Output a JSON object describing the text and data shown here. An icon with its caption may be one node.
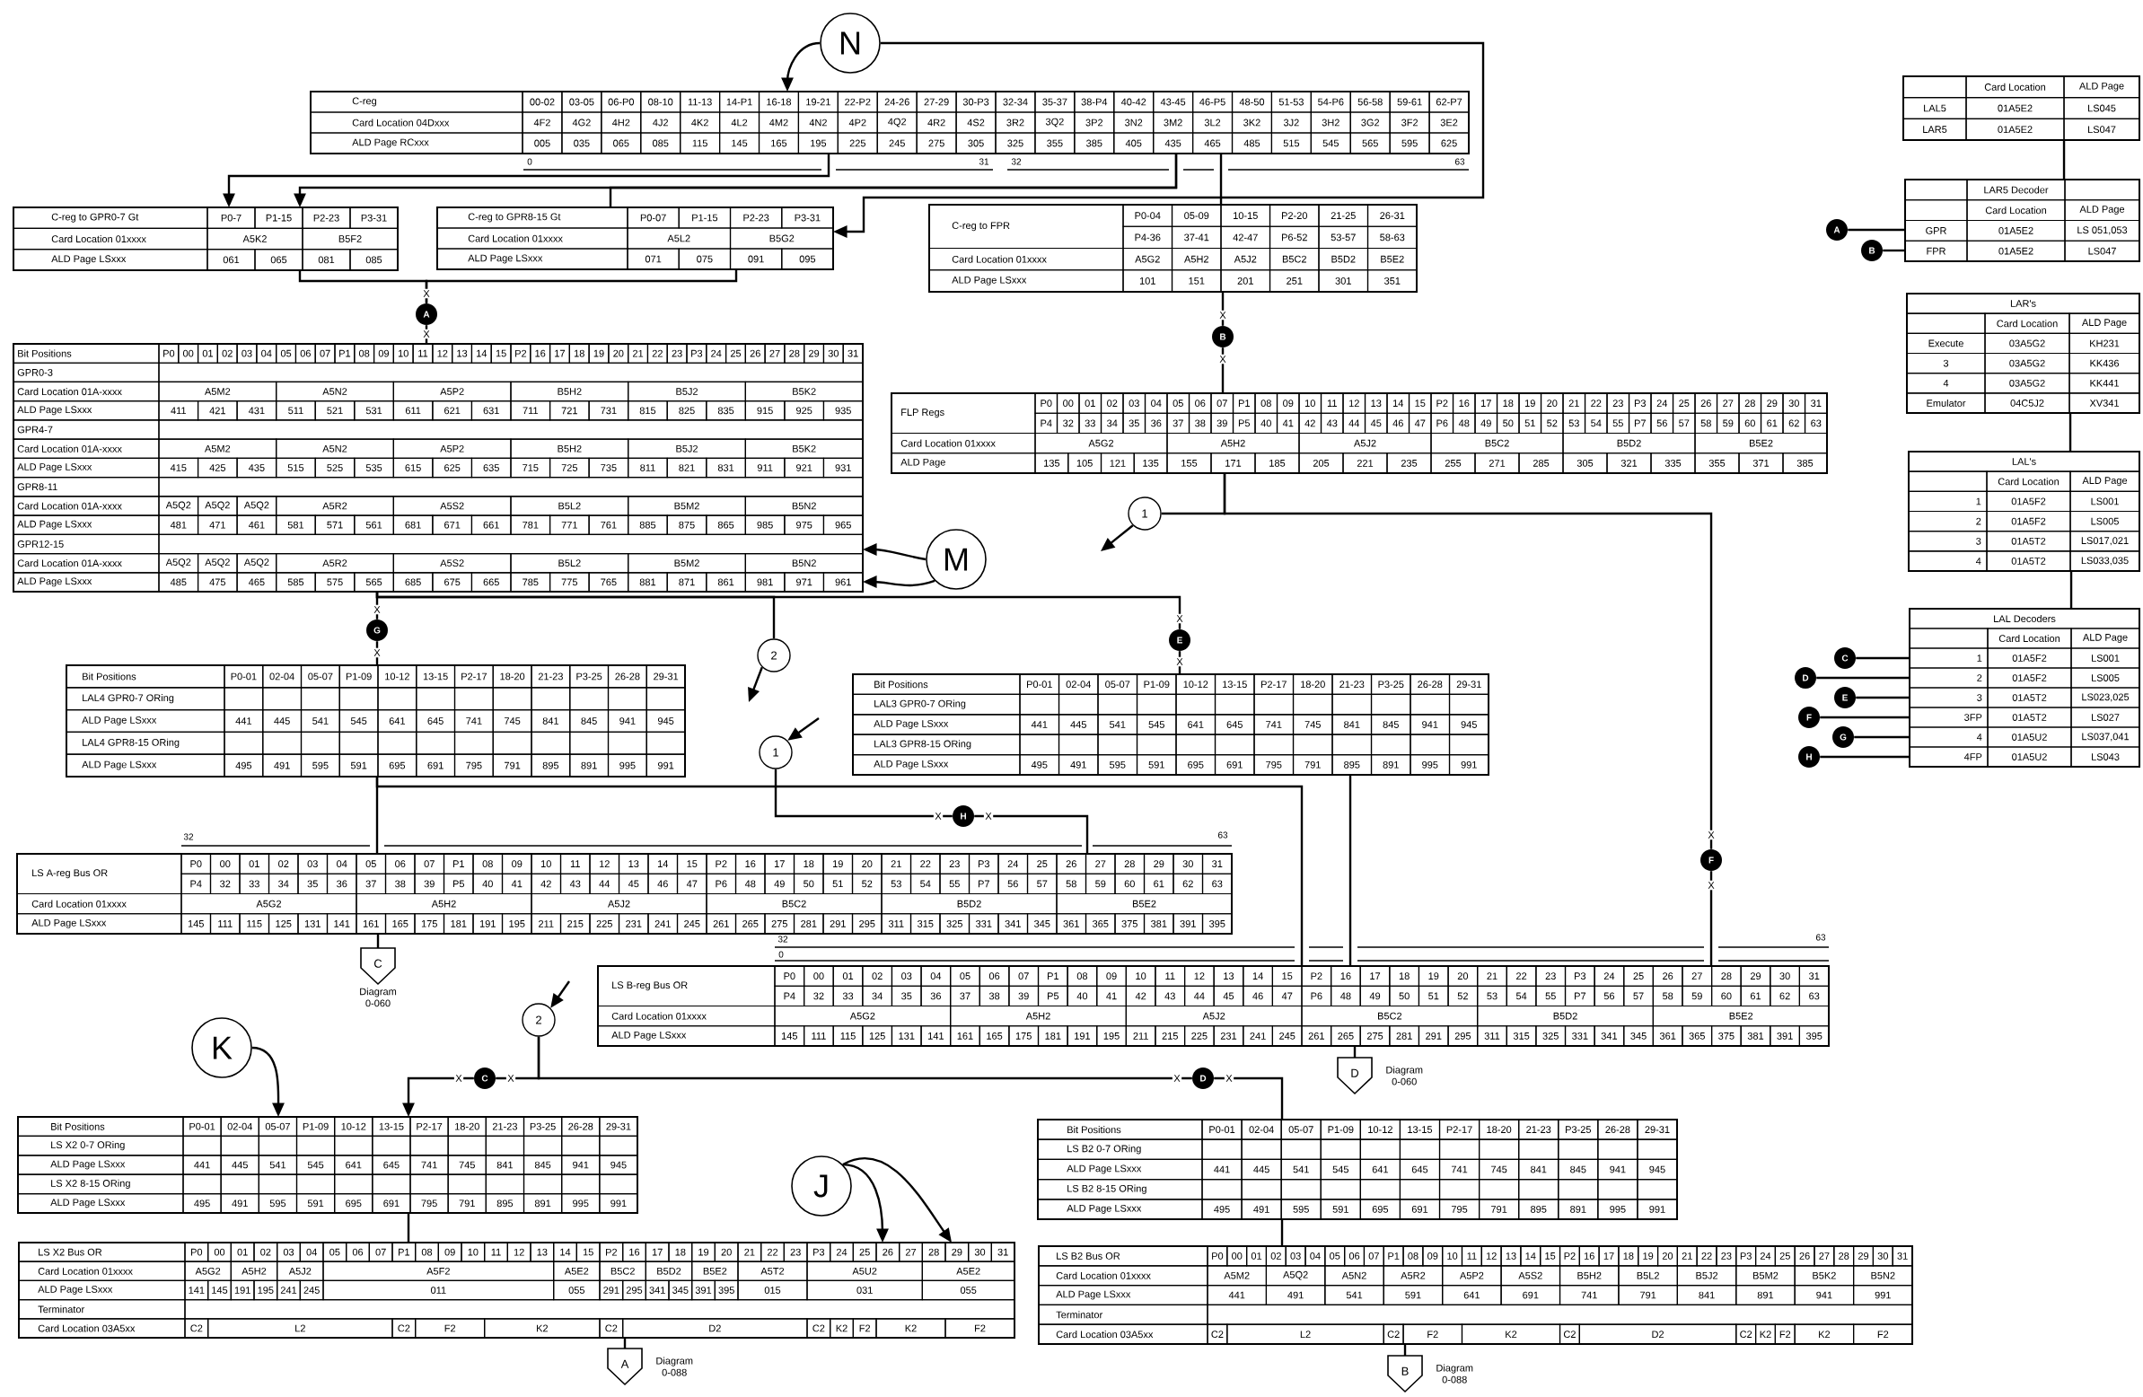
{
  "diagram": {
    "nodes": [
      {
        "beside": [
          "0",
          "31",
          "32",
          "63"
        ],
        "text": [
          "C-reg",
          "00-02",
          "03-05",
          "06-P0",
          "08-10",
          "11-13",
          "14-P1",
          "16-18",
          "19-21",
          "22-P2",
          "24-26",
          "27-29",
          "30-P3",
          "32-34",
          "35-37",
          "38-P4",
          "40-42",
          "43-45",
          "46-P5",
          "48-50",
          "51-53",
          "54-P6",
          "56-58",
          "59-61",
          "62-P7",
          "Card Location 04Dxxx",
          "4F2",
          "4G2",
          "4H2",
          "4J2",
          "4K2",
          "4L2",
          "4M2",
          "4N2",
          "4P2",
          "4Q2",
          "4R2",
          "4S2",
          "3R2",
          "3Q2",
          "3P2",
          "3N2",
          "3M2",
          "3L2",
          "3K2",
          "3J2",
          "3H2",
          "3G2",
          "3F2",
          "3E2",
          "ALD Page RCxxx",
          "005",
          "035",
          "065",
          "085",
          "115",
          "145",
          "165",
          "195",
          "225",
          "245",
          "275",
          "305",
          "325",
          "355",
          "385",
          "405",
          "435",
          "465",
          "485",
          "515",
          "545",
          "565",
          "595",
          "625"
        ]
      },
      {
        "text": [
          "C-reg to GPR0-7 Gt",
          "P0-7",
          "P1-15",
          "P2-23",
          "P3-31",
          "Card Location 01xxxx",
          "A5K2",
          "B5F2",
          "ALD Page LSxxx",
          "061",
          "065",
          "081",
          "085"
        ]
      },
      {
        "text": [
          "C-reg to GPR8-15 Gt",
          "P0-07",
          "P1-15",
          "P2-23",
          "P3-31",
          "Card Location 01xxxx",
          "A5L2",
          "B5G2",
          "ALD Page LSxxx",
          "071",
          "075",
          "091",
          "095"
        ]
      },
      {
        "text": [
          "C-reg to FPR",
          "P0-04",
          "05-09",
          "10-15",
          "P2-20",
          "21-25",
          "26-31",
          "P4-36",
          "37-41",
          "42-47",
          "P6-52",
          "53-57",
          "58-63",
          "Card Location 01xxxx",
          "A5G2",
          "A5H2",
          "A5J2",
          "B5C2",
          "B5D2",
          "B5E2",
          "ALD Page LSxxx",
          "101",
          "151",
          "201",
          "251",
          "301",
          "351"
        ]
      },
      {
        "text": [
          "Bit Positions",
          "P0",
          "00",
          "01",
          "02",
          "03",
          "04",
          "05",
          "06",
          "07",
          "P1",
          "08",
          "09",
          "10",
          "11",
          "12",
          "13",
          "14",
          "15",
          "P2",
          "16",
          "17",
          "18",
          "19",
          "20",
          "21",
          "22",
          "23",
          "P3",
          "24",
          "25",
          "26",
          "27",
          "28",
          "29",
          "30",
          "31",
          "GPR0-3",
          "Card Location 01A-xxxx",
          "A5M2",
          "A5N2",
          "A5P2",
          "B5H2",
          "B5J2",
          "B5K2",
          "ALD Page LSxxx",
          "411",
          "421",
          "431",
          "511",
          "521",
          "531",
          "611",
          "621",
          "631",
          "711",
          "721",
          "731",
          "815",
          "825",
          "835",
          "915",
          "925",
          "935",
          "GPR4-7",
          "Card Location 01A-xxxx",
          "A5M2",
          "A5N2",
          "A5P2",
          "B5H2",
          "B5J2",
          "B5K2",
          "ALD Page LSxxx",
          "415",
          "425",
          "435",
          "515",
          "525",
          "535",
          "615",
          "625",
          "635",
          "715",
          "725",
          "735",
          "811",
          "821",
          "831",
          "911",
          "921",
          "931",
          "GPR8-11",
          "Card Location 01A-xxxx",
          "A5Q2",
          "A5Q2",
          "A5Q2",
          "A5R2",
          "A5S2",
          "B5L2",
          "B5M2",
          "B5N2",
          "ALD Page LSxxx",
          "481",
          "471",
          "461",
          "581",
          "571",
          "561",
          "681",
          "671",
          "661",
          "781",
          "771",
          "761",
          "885",
          "875",
          "865",
          "985",
          "975",
          "965",
          "GPR12-15",
          "Card Location 01A-xxxx",
          "A5Q2",
          "A5Q2",
          "A5Q2",
          "A5R2",
          "A5S2",
          "B5L2",
          "B5M2",
          "B5N2",
          "ALD Page LSxxx",
          "485",
          "475",
          "465",
          "585",
          "575",
          "565",
          "685",
          "675",
          "665",
          "785",
          "775",
          "765",
          "881",
          "871",
          "861",
          "981",
          "971",
          "961"
        ]
      },
      {
        "text": [
          "FLP Regs",
          "P0",
          "00",
          "01",
          "02",
          "03",
          "04",
          "05",
          "06",
          "07",
          "P1",
          "08",
          "09",
          "10",
          "11",
          "12",
          "13",
          "14",
          "15",
          "P2",
          "16",
          "17",
          "18",
          "19",
          "20",
          "21",
          "22",
          "23",
          "P3",
          "24",
          "25",
          "26",
          "27",
          "28",
          "29",
          "30",
          "31",
          "P4",
          "32",
          "33",
          "34",
          "35",
          "36",
          "37",
          "38",
          "39",
          "P5",
          "40",
          "41",
          "42",
          "43",
          "44",
          "45",
          "46",
          "47",
          "P6",
          "48",
          "49",
          "50",
          "51",
          "52",
          "53",
          "54",
          "55",
          "P7",
          "56",
          "57",
          "58",
          "59",
          "60",
          "61",
          "62",
          "63",
          "Card Location 01xxxx",
          "A5G2",
          "A5H2",
          "A5J2",
          "B5C2",
          "B5D2",
          "B5E2",
          "ALD Page",
          "135",
          "105",
          "121",
          "135",
          "155",
          "171",
          "185",
          "205",
          "221",
          "235",
          "255",
          "271",
          "285",
          "305",
          "321",
          "335",
          "355",
          "371",
          "385"
        ]
      },
      {
        "text": [
          "Bit Positions",
          "P0-01",
          "02-04",
          "05-07",
          "P1-09",
          "10-12",
          "13-15",
          "P2-17",
          "18-20",
          "21-23",
          "P3-25",
          "26-28",
          "29-31",
          "LAL4 GPR0-7 ORing",
          "ALD Page LSxxx",
          "441",
          "445",
          "541",
          "545",
          "641",
          "645",
          "741",
          "745",
          "841",
          "845",
          "941",
          "945",
          "LAL4 GPR8-15 ORing",
          "ALD Page LSxxx",
          "495",
          "491",
          "595",
          "591",
          "695",
          "691",
          "795",
          "791",
          "895",
          "891",
          "995",
          "991"
        ]
      },
      {
        "text": [
          "Bit Positions",
          "P0-01",
          "02-04",
          "05-07",
          "P1-09",
          "10-12",
          "13-15",
          "P2-17",
          "18-20",
          "21-23",
          "P3-25",
          "26-28",
          "29-31",
          "LAL3 GPR0-7 ORing",
          "ALD Page LSxxx",
          "441",
          "445",
          "541",
          "545",
          "641",
          "645",
          "741",
          "745",
          "841",
          "845",
          "941",
          "945",
          "LAL3 GPR8-15 ORing",
          "ALD Page LSxxx",
          "495",
          "491",
          "595",
          "591",
          "695",
          "691",
          "795",
          "791",
          "895",
          "891",
          "995",
          "991"
        ]
      },
      {
        "beside": [
          "32",
          "63"
        ],
        "text": [
          "LS A-reg Bus OR",
          "P0",
          "00",
          "01",
          "02",
          "03",
          "04",
          "05",
          "06",
          "07",
          "P1",
          "08",
          "09",
          "10",
          "11",
          "12",
          "13",
          "14",
          "15",
          "P2",
          "16",
          "17",
          "18",
          "19",
          "20",
          "21",
          "22",
          "23",
          "P3",
          "24",
          "25",
          "26",
          "27",
          "28",
          "29",
          "30",
          "31",
          "P4",
          "32",
          "33",
          "34",
          "35",
          "36",
          "37",
          "38",
          "39",
          "P5",
          "40",
          "41",
          "42",
          "43",
          "44",
          "45",
          "46",
          "47",
          "P6",
          "48",
          "49",
          "50",
          "51",
          "52",
          "53",
          "54",
          "55",
          "P7",
          "56",
          "57",
          "58",
          "59",
          "60",
          "61",
          "62",
          "63",
          "Card Location 01xxxx",
          "A5G2",
          "A5H2",
          "A5J2",
          "B5C2",
          "B5D2",
          "B5E2",
          "ALD Page LSxxx",
          "145",
          "111",
          "115",
          "125",
          "131",
          "141",
          "161",
          "165",
          "175",
          "181",
          "191",
          "195",
          "211",
          "215",
          "225",
          "231",
          "241",
          "245",
          "261",
          "265",
          "275",
          "281",
          "291",
          "295",
          "311",
          "315",
          "325",
          "331",
          "341",
          "345",
          "361",
          "365",
          "375",
          "381",
          "391",
          "395"
        ]
      },
      {
        "beside": [
          "32",
          "0",
          "63"
        ],
        "text": [
          "LS B-reg Bus OR",
          "P0",
          "00",
          "01",
          "02",
          "03",
          "04",
          "05",
          "06",
          "07",
          "P1",
          "08",
          "09",
          "10",
          "11",
          "12",
          "13",
          "14",
          "15",
          "P2",
          "16",
          "17",
          "18",
          "19",
          "20",
          "21",
          "22",
          "23",
          "P3",
          "24",
          "25",
          "26",
          "27",
          "28",
          "29",
          "30",
          "31",
          "P4",
          "32",
          "33",
          "34",
          "35",
          "36",
          "37",
          "38",
          "39",
          "P5",
          "40",
          "41",
          "42",
          "43",
          "44",
          "45",
          "46",
          "47",
          "P6",
          "48",
          "49",
          "50",
          "51",
          "52",
          "53",
          "54",
          "55",
          "P7",
          "56",
          "57",
          "58",
          "59",
          "60",
          "61",
          "62",
          "63",
          "Card Location 01xxxx",
          "A5G2",
          "A5H2",
          "A5J2",
          "B5C2",
          "B5D2",
          "B5E2",
          "ALD Page LSxxx",
          "145",
          "111",
          "115",
          "125",
          "131",
          "141",
          "161",
          "165",
          "175",
          "181",
          "191",
          "195",
          "211",
          "215",
          "225",
          "231",
          "241",
          "245",
          "261",
          "265",
          "275",
          "281",
          "291",
          "295",
          "311",
          "315",
          "325",
          "331",
          "341",
          "345",
          "361",
          "365",
          "375",
          "381",
          "391",
          "395"
        ]
      },
      {
        "text": [
          "Bit Positions",
          "P0-01",
          "02-04",
          "05-07",
          "P1-09",
          "10-12",
          "13-15",
          "P2-17",
          "18-20",
          "21-23",
          "P3-25",
          "26-28",
          "29-31",
          "LS X2 0-7 ORing",
          "ALD Page LSxxx",
          "441",
          "445",
          "541",
          "545",
          "641",
          "645",
          "741",
          "745",
          "841",
          "845",
          "941",
          "945",
          "LS X2 8-15 ORing",
          "ALD Page LSxxx",
          "495",
          "491",
          "595",
          "591",
          "695",
          "691",
          "795",
          "791",
          "895",
          "891",
          "995",
          "991"
        ]
      },
      {
        "text": [
          "LS X2 Bus OR",
          "P0",
          "00",
          "01",
          "02",
          "03",
          "04",
          "05",
          "06",
          "07",
          "P1",
          "08",
          "09",
          "10",
          "11",
          "12",
          "13",
          "14",
          "15",
          "P2",
          "16",
          "17",
          "18",
          "19",
          "20",
          "21",
          "22",
          "23",
          "P3",
          "24",
          "25",
          "26",
          "27",
          "28",
          "29",
          "30",
          "31",
          "Card Location 01xxxx",
          "A5G2",
          "A5H2",
          "A5J2",
          "A5F2",
          "A5E2",
          "B5C2",
          "B5D2",
          "B5E2",
          "A5T2",
          "A5U2",
          "A5E2",
          "ALD Page LSxxx",
          "141",
          "145",
          "191",
          "195",
          "241",
          "245",
          "011",
          "055",
          "291",
          "295",
          "341",
          "345",
          "391",
          "395",
          "015",
          "031",
          "055",
          "Terminator",
          "Card Location 03A5xx",
          "C2",
          "L2",
          "C2",
          "F2",
          "K2",
          "C2",
          "D2",
          "C2",
          "K2",
          "F2",
          "K2",
          "F2"
        ]
      },
      {
        "text": [
          "Bit Positions",
          "P0-01",
          "02-04",
          "05-07",
          "P1-09",
          "10-12",
          "13-15",
          "P2-17",
          "18-20",
          "21-23",
          "P3-25",
          "26-28",
          "29-31",
          "LS B2 0-7 ORing",
          "ALD Page LSxxx",
          "441",
          "445",
          "541",
          "545",
          "641",
          "645",
          "741",
          "745",
          "841",
          "845",
          "941",
          "945",
          "LS B2 8-15 ORing",
          "ALD Page LSxxx",
          "495",
          "491",
          "595",
          "591",
          "695",
          "691",
          "795",
          "791",
          "895",
          "891",
          "995",
          "991"
        ]
      },
      {
        "text": [
          "LS B2 Bus OR",
          "P0",
          "00",
          "01",
          "02",
          "03",
          "04",
          "05",
          "06",
          "07",
          "P1",
          "08",
          "09",
          "10",
          "11",
          "12",
          "13",
          "14",
          "15",
          "P2",
          "16",
          "17",
          "18",
          "19",
          "20",
          "21",
          "22",
          "23",
          "P3",
          "24",
          "25",
          "26",
          "27",
          "28",
          "29",
          "30",
          "31",
          "Card Location 01xxxx",
          "A5M2",
          "A5Q2",
          "A5N2",
          "A5R2",
          "A5P2",
          "A5S2",
          "B5H2",
          "B5L2",
          "B5J2",
          "B5M2",
          "B5K2",
          "B5N2",
          "ALD Page LSxxx",
          "441",
          "491",
          "541",
          "591",
          "641",
          "691",
          "741",
          "791",
          "841",
          "891",
          "941",
          "991",
          "Terminator",
          "Card Location 03A5xx",
          "C2",
          "L2",
          "C2",
          "F2",
          "K2",
          "C2",
          "D2",
          "C2",
          "K2",
          "F2",
          "K2",
          "F2"
        ]
      },
      {
        "text": [
          "Card Location",
          "ALD Page",
          "LAL5",
          "01A5E2",
          "LS045",
          "LAR5",
          "01A5E2",
          "LS047"
        ]
      },
      {
        "text": [
          "LAR5 Decoder",
          "Card Location",
          "ALD Page",
          "GPR",
          "01A5E2",
          "LS 051,053",
          "FPR",
          "01A5E2",
          "LS047"
        ]
      },
      {
        "text": [
          "LAR's",
          "Card Location",
          "ALD Page",
          "Execute",
          "03A5G2",
          "KH231",
          "3",
          "03A5G2",
          "KK436",
          "4",
          "03A5G2",
          "KK441",
          "Emulator",
          "04C5J2",
          "XV341"
        ]
      },
      {
        "text": [
          "LAL's",
          "Card Location",
          "ALD Page",
          "1",
          "01A5F2",
          "LS001",
          "2",
          "01A5F2",
          "LS005",
          "3",
          "01A5T2",
          "LS017,021",
          "4",
          "01A5T2",
          "LS033,035"
        ]
      },
      {
        "text": [
          "LAL Decoders",
          "Card Location",
          "ALD Page",
          "1",
          "01A5F2",
          "LS001",
          "2",
          "01A5F2",
          "LS005",
          "3",
          "01A5T2",
          "LS023,025",
          "3FP",
          "01A5T2",
          "LS027",
          "4",
          "01A5U2",
          "LS037,041",
          "4FP",
          "01A5U2",
          "LS043"
        ]
      },
      {
        "text": [
          "N"
        ]
      },
      {
        "text": [
          "M"
        ]
      },
      {
        "text": [
          "K"
        ]
      },
      {
        "text": [
          "J"
        ]
      },
      {
        "text": [
          "A"
        ]
      },
      {
        "text": [
          "B"
        ]
      },
      {
        "text": [
          "G"
        ]
      },
      {
        "text": [
          "E"
        ]
      },
      {
        "text": [
          "F"
        ]
      },
      {
        "text": [
          "H"
        ]
      },
      {
        "text": [
          "C"
        ]
      },
      {
        "text": [
          "D"
        ]
      },
      {
        "text": [
          "A"
        ]
      },
      {
        "text": [
          "B"
        ]
      },
      {
        "text": [
          "C"
        ]
      },
      {
        "text": [
          "D"
        ]
      },
      {
        "text": [
          "E"
        ]
      },
      {
        "text": [
          "F"
        ]
      },
      {
        "text": [
          "G"
        ]
      },
      {
        "text": [
          "H"
        ]
      },
      {
        "text": [
          "1"
        ]
      },
      {
        "text": [
          "2"
        ]
      },
      {
        "text": [
          "1"
        ]
      },
      {
        "text": [
          "2"
        ]
      },
      {
        "text": [
          "C"
        ],
        "beside": [
          "Diagram 0-060"
        ]
      },
      {
        "text": [
          "D"
        ],
        "beside": [
          "Diagram 0-060"
        ]
      },
      {
        "text": [
          "A"
        ],
        "beside": [
          "Diagram 0-088"
        ]
      },
      {
        "text": [
          "B"
        ],
        "beside": [
          "Diagram 0-088"
        ]
      }
    ],
    "edges": [
      {
        "from": 0,
        "to": 1,
        "arrow": "to"
      },
      {
        "from": 0,
        "to": 1,
        "arrow": "to"
      },
      {
        "from": 0,
        "to": 2,
        "arrow": "none"
      },
      {
        "from": 1,
        "to": 23,
        "arrow": "none",
        "label": "X"
      },
      {
        "from": 2,
        "to": 23,
        "arrow": "none"
      },
      {
        "from": 23,
        "to": 4,
        "arrow": "none",
        "label": "X"
      },
      {
        "from": 0,
        "to": 3,
        "arrow": "none"
      },
      {
        "from": 3,
        "to": 24,
        "arrow": "none",
        "label": "X"
      },
      {
        "from": 24,
        "to": 5,
        "arrow": "none",
        "label": "X"
      },
      {
        "from": 5,
        "to": 39,
        "arrow": "none"
      },
      {
        "from": 5,
        "to": 27,
        "arrow": "none",
        "label": "X"
      },
      {
        "from": 27,
        "to": 9,
        "arrow": "none",
        "label": "X"
      },
      {
        "from": 4,
        "to": 25,
        "arrow": "none",
        "label": "X"
      },
      {
        "from": 25,
        "to": 6,
        "arrow": "none",
        "label": "X"
      },
      {
        "from": 4,
        "to": 40,
        "arrow": "none"
      },
      {
        "from": 4,
        "to": 26,
        "arrow": "none",
        "label": "X"
      },
      {
        "from": 26,
        "to": 7,
        "arrow": "none",
        "label": "X"
      },
      {
        "from": 6,
        "to": 8,
        "arrow": "none"
      },
      {
        "from": 6,
        "to": 9,
        "arrow": "none"
      },
      {
        "from": 7,
        "to": 9,
        "arrow": "none"
      },
      {
        "from": 41,
        "to": 28,
        "arrow": "none",
        "label": "X"
      },
      {
        "from": 28,
        "to": 8,
        "arrow": "none",
        "label": "X"
      },
      {
        "from": 42,
        "to": 29,
        "arrow": "none",
        "label": "X"
      },
      {
        "from": 29,
        "to": 10,
        "arrow": "to",
        "label": "X"
      },
      {
        "from": 42,
        "to": 30,
        "arrow": "none",
        "label": "X"
      },
      {
        "from": 30,
        "to": 12,
        "arrow": "none",
        "label": "X"
      },
      {
        "from": 8,
        "to": 43,
        "arrow": "none"
      },
      {
        "from": 9,
        "to": 44,
        "arrow": "none"
      },
      {
        "from": 10,
        "to": 11,
        "arrow": "none"
      },
      {
        "from": 11,
        "to": 45,
        "arrow": "none"
      },
      {
        "from": 12,
        "to": 13,
        "arrow": "none"
      },
      {
        "from": 13,
        "to": 46,
        "arrow": "none"
      },
      {
        "from": 14,
        "to": 15,
        "arrow": "none"
      },
      {
        "from": 16,
        "to": 17,
        "arrow": "none"
      },
      {
        "from": 17,
        "to": 18,
        "arrow": "none"
      },
      {
        "from": 31,
        "to": 15,
        "arrow": "none"
      },
      {
        "from": 32,
        "to": 15,
        "arrow": "none"
      },
      {
        "from": 33,
        "to": 18,
        "arrow": "none"
      },
      {
        "from": 34,
        "to": 18,
        "arrow": "none"
      },
      {
        "from": 35,
        "to": 18,
        "arrow": "none"
      },
      {
        "from": 36,
        "to": 18,
        "arrow": "none"
      },
      {
        "from": 37,
        "to": 18,
        "arrow": "none"
      },
      {
        "from": 38,
        "to": 18,
        "arrow": "none"
      },
      {
        "from": 39,
        "to": null,
        "arrow": "to"
      },
      {
        "from": 40,
        "to": null,
        "arrow": "to"
      },
      {
        "from": null,
        "to": 41,
        "arrow": "to"
      },
      {
        "from": null,
        "to": 42,
        "arrow": "to"
      },
      {
        "from": 19,
        "to": 0,
        "arrow": "to"
      },
      {
        "from": 19,
        "to": 2,
        "arrow": "to"
      },
      {
        "from": 20,
        "to": 4,
        "arrow": "to"
      },
      {
        "from": 20,
        "to": 4,
        "arrow": "to"
      },
      {
        "from": 21,
        "to": 10,
        "arrow": "to"
      },
      {
        "from": 22,
        "to": 11,
        "arrow": "to"
      },
      {
        "from": 22,
        "to": 11,
        "arrow": "to"
      }
    ]
  }
}
